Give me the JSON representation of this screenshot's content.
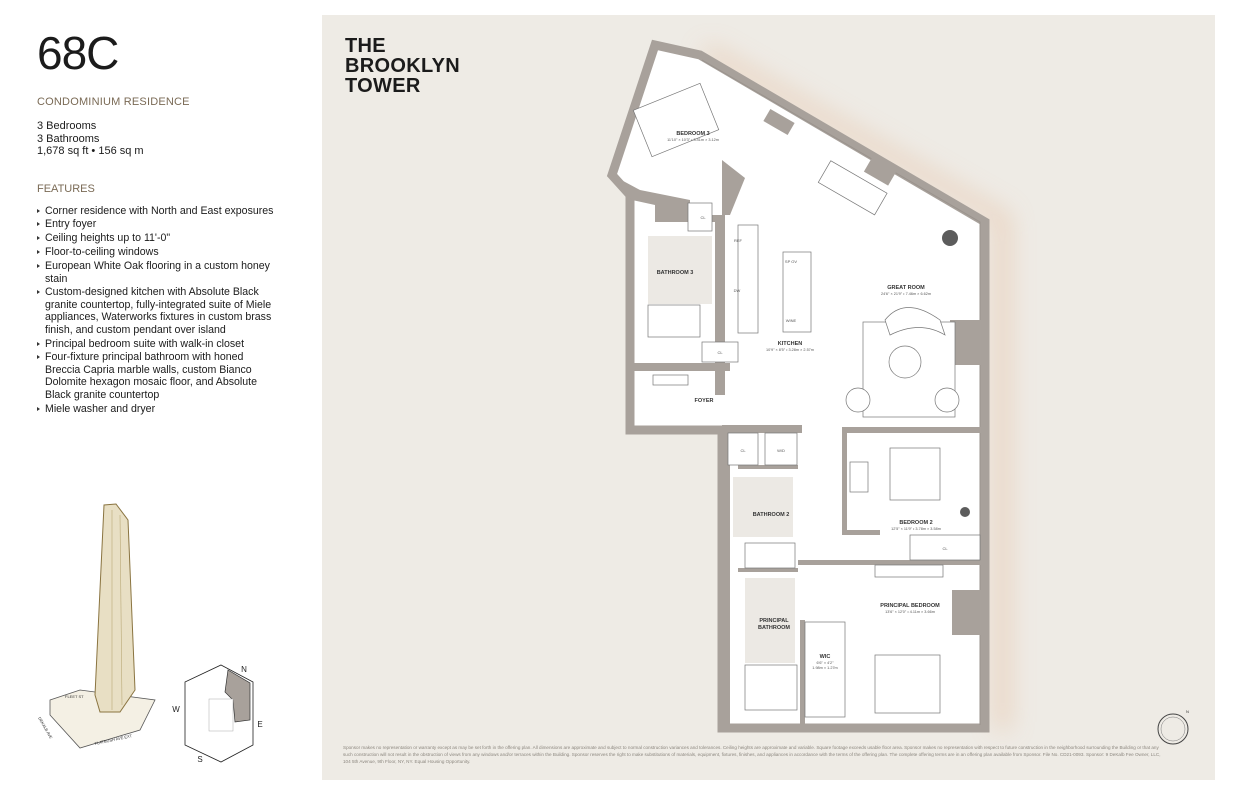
{
  "unit": {
    "name": "68C",
    "type": "CONDOMINIUM RESIDENCE",
    "bedrooms": "3 Bedrooms",
    "bathrooms": "3 Bathrooms",
    "area": "1,678 sq ft • 156 sq m"
  },
  "features": {
    "heading": "FEATURES",
    "items": [
      "Corner residence with North and East exposures",
      "Entry foyer",
      "Ceiling heights up to 11'-0\"",
      "Floor-to-ceiling windows",
      "European White Oak flooring in a custom honey stain",
      "Custom-designed kitchen with Absolute Black granite countertop, fully-integrated suite of Miele appliances, Waterworks fixtures in custom brass finish, and custom pendant over island",
      "Principal bedroom suite with walk-in closet",
      "Four-fixture principal bathroom with honed Breccia Capria marble walls, custom Bianco Dolomite hexagon mosaic floor, and Absolute Black granite countertop",
      "Miele washer and dryer"
    ]
  },
  "brand": {
    "line1": "THE",
    "line2": "BROOKLYN",
    "line3": "TOWER"
  },
  "rooms": {
    "bedroom3": {
      "name": "BEDROOM 3",
      "dims": "11'10\" × 10'3\" • 3.41m × 3.12m"
    },
    "bathroom3": {
      "name": "BATHROOM 3"
    },
    "great_room": {
      "name": "GREAT ROOM",
      "dims": "24'6\" × 21'9\" • 7.46m × 6.62m"
    },
    "kitchen": {
      "name": "KITCHEN",
      "dims": "10'9\" × 8'5\" • 3.28m × 2.57m"
    },
    "foyer": {
      "name": "FOYER"
    },
    "bathroom2": {
      "name": "BATHROOM 2"
    },
    "bedroom2": {
      "name": "BEDROOM 2",
      "dims": "12'5\" × 11'9\" • 3.78m × 3.58m"
    },
    "principal_bedroom": {
      "name": "PRINCIPAL BEDROOM",
      "dims": "13'6\" × 12'0\" • 4.11m × 3.66m"
    },
    "principal_bathroom": {
      "line1": "PRINCIPAL",
      "line2": "BATHROOM"
    },
    "wic": {
      "name": "WIC",
      "dims1": "6'6\" × 4'2\"",
      "dims2": "1.98m × 1.27m"
    }
  },
  "fixtures": {
    "cl": "CL",
    "ref": "REF",
    "dw": "DW",
    "wd": "W/D",
    "sp_ov": "SP OV",
    "wine": "WINE"
  },
  "keyplan": {
    "n": "N",
    "e": "E",
    "s": "S",
    "w": "W"
  },
  "streets": {
    "fleet": "FLEET ST",
    "dekalb": "DEKALB AVE",
    "flatbush": "FLATBUSH AVE EXT"
  },
  "disclaimer": "Sponsor makes no representation or warranty except as may be set forth in the offering plan. All dimensions are approximate and subject to normal construction variances and tolerances. Ceiling heights are approximate and variable. Square footage exceeds usable floor area. Sponsor makes no representation with respect to future construction in the neighborhood surrounding the Building or that any such construction will not result in the obstruction of views from any windows and/or terraces within the Building. Sponsor reserves the right to make substitutions of materials, equipment, fixtures, finishes, and appliances in accordance with the terms of the offering plan. The complete offering terms are in an offering plan available from Sponsor. File No. CD21-0093. Sponsor: 9 DeKalb Fee Owner, LLC, 104 5th Avenue, 9th Floor, NY, NY. Equal Housing Opportunity.",
  "colors": {
    "panel": "#eeebe5",
    "wall": "#a8a19b",
    "accent": "#7a6a55",
    "tower": "#e8dfc4"
  }
}
